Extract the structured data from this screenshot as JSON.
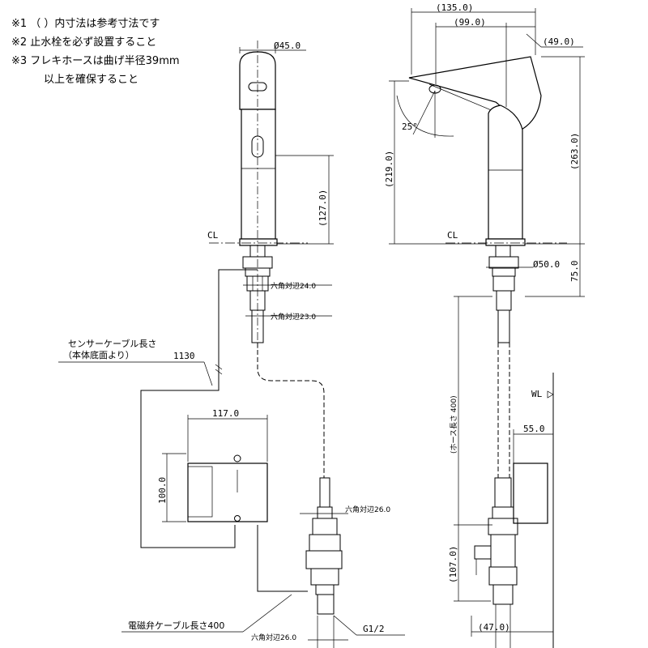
{
  "notes": [
    "※1 （ ）内寸法は参考寸法です",
    "※2 止水栓を必ず設置すること",
    "※3 フレキホースは曲げ半径39mm",
    "以上を確保すること"
  ],
  "front": {
    "dia_spout": "Ø45.0",
    "h_127": "(127.0)",
    "cl": "CL",
    "hex_24": "六角対辺24.0",
    "hex_23": "六角対辺23.0",
    "sensor_cable_label": "センサーケーブル長さ",
    "sensor_cable_sub": "（本体底面より）",
    "sensor_cable_len": "1130",
    "box_w": "117.0",
    "box_h": "100.0",
    "hex_26_top": "六角対辺26.0",
    "valve_cable": "電磁弁ケーブル長さ400",
    "hex_26_bottom": "六角対辺26.0",
    "thread": "G1/2"
  },
  "side": {
    "w_135": "(135.0)",
    "w_99": "(99.0)",
    "w_49": "(49.0)",
    "angle": "25°",
    "h_219": "(219.0)",
    "h_263": "(263.0)",
    "cl": "CL",
    "dia_base": "Ø50.0",
    "h_75": "75.0",
    "hose_len": "(ホース長さ 400)",
    "wl": "WL",
    "w_55": "55.0",
    "h_107": "(107.0)",
    "w_47": "(47.0)"
  }
}
